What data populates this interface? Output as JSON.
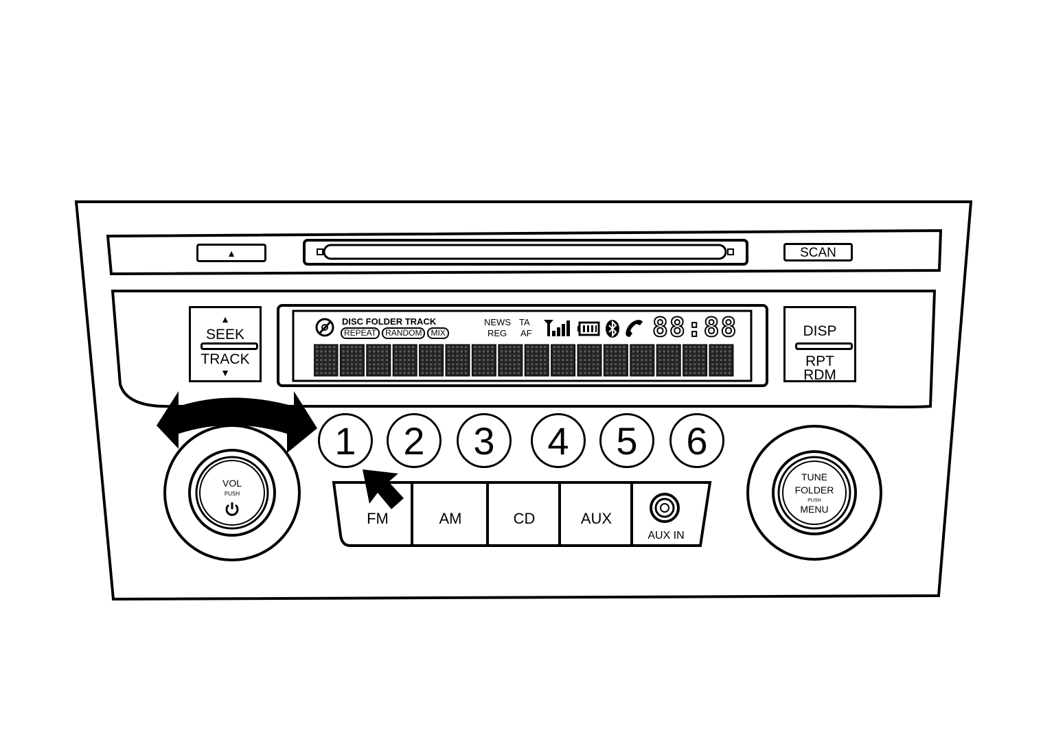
{
  "eject_button": {
    "label": "▲"
  },
  "scan_button": {
    "label": "SCAN"
  },
  "seek_track": {
    "up_arrow": "▲",
    "seek": "SEEK",
    "track": "TRACK",
    "down_arrow": "▼"
  },
  "disp_rpt": {
    "disp": "DISP",
    "rpt": "RPT",
    "rdm": "RDM"
  },
  "display": {
    "header": "DISC FOLDER TRACK",
    "modes": [
      "REPEAT",
      "RANDOM",
      "MIX"
    ],
    "news": "NEWS",
    "reg": "REG",
    "ta": "TA",
    "af": "AF",
    "clock": "88:88",
    "segment_count": 16
  },
  "presets": [
    "1",
    "2",
    "3",
    "4",
    "5",
    "6"
  ],
  "sources": [
    "FM",
    "AM",
    "CD",
    "AUX"
  ],
  "aux_in": {
    "label": "AUX IN"
  },
  "vol_knob": {
    "vol": "VOL",
    "push": "PUSH",
    "power_icon": "power-icon"
  },
  "tune_knob": {
    "tune": "TUNE",
    "folder": "FOLDER",
    "push": "PUSH",
    "menu": "MENU"
  }
}
